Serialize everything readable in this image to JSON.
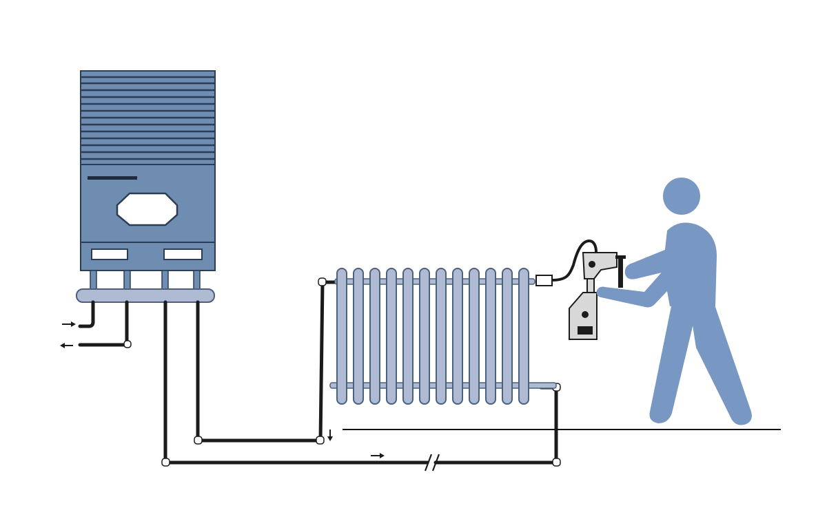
{
  "diagram": {
    "description_visible_text": "",
    "colors": {
      "boiler_body": "#6f8db1",
      "boiler_dark": "#55708f",
      "stripe": "#2b3d55",
      "radiator": "#aebbd3",
      "radiator_outline": "#4a5f7c",
      "pipe": "#1b1b1b",
      "person": "#7897c2",
      "ground": "#111111",
      "device": "#d8d8d8"
    },
    "components": [
      "boiler",
      "manifold-pipe",
      "radiator",
      "supply-pipe",
      "return-pipe",
      "flush-pump",
      "person"
    ],
    "flow_arrows": [
      "right-arrow",
      "left-arrow",
      "down-arrow",
      "right-arrow"
    ]
  }
}
